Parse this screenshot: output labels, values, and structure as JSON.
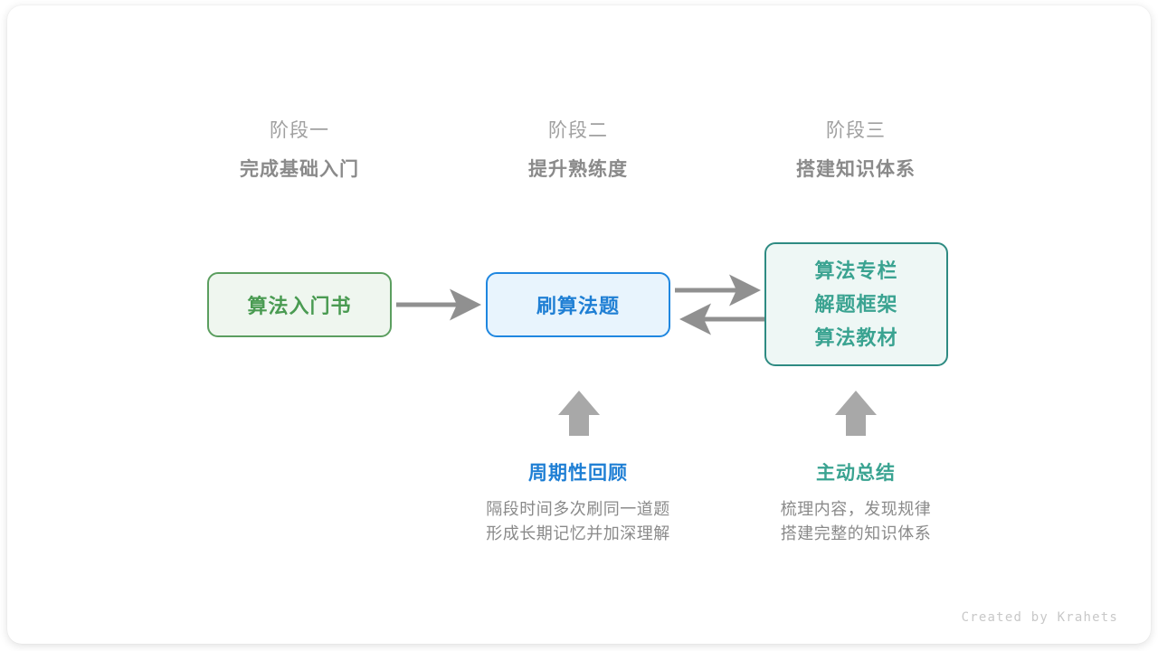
{
  "diagram": {
    "title_credit": "Created by Krahets",
    "colors": {
      "green": "#4a9b52",
      "green_border": "#5b9e5f",
      "green_fill": "#eff6ef",
      "blue": "#1f7fd4",
      "blue_border": "#1f87e0",
      "blue_fill": "#e8f4fd",
      "teal": "#3aa391",
      "teal_border": "#2e8b82",
      "teal_fill": "#eef7f5",
      "arrow_gray": "#909090",
      "heading_gray": "#8a8a8a",
      "muted_gray": "#a0a0a0"
    },
    "stages": [
      {
        "number": "阶段一",
        "title": "完成基础入门"
      },
      {
        "number": "阶段二",
        "title": "提升熟练度"
      },
      {
        "number": "阶段三",
        "title": "搭建知识体系"
      }
    ],
    "nodes": {
      "book": {
        "label": "算法入门书"
      },
      "practice": {
        "label": "刷算法题"
      },
      "system": {
        "lines": [
          "算法专栏",
          "解题框架",
          "算法教材"
        ]
      }
    },
    "methods": [
      {
        "title": "周期性回顾",
        "desc_line1": "隔段时间多次刷同一道题",
        "desc_line2": "形成长期记忆并加深理解"
      },
      {
        "title": "主动总结",
        "desc_line1": "梳理内容，发现规律",
        "desc_line2": "搭建完整的知识体系"
      }
    ],
    "connectors": [
      {
        "name": "book-to-practice",
        "direction": "right"
      },
      {
        "name": "practice-to-system",
        "direction": "right"
      },
      {
        "name": "system-to-practice",
        "direction": "left"
      },
      {
        "name": "review-up-to-practice",
        "direction": "up"
      },
      {
        "name": "summary-up-to-system",
        "direction": "up"
      }
    ]
  }
}
